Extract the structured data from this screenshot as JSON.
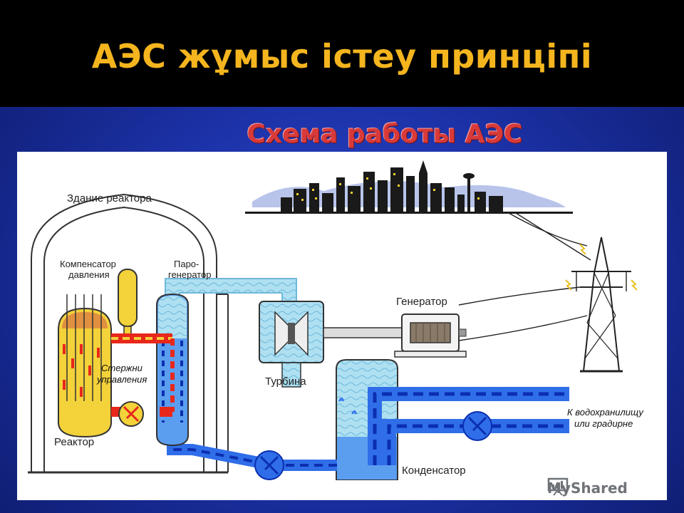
{
  "slide": {
    "title": "АЭС жұмыс істеу принціпі",
    "scheme_title": "Схема работы АЭС"
  },
  "diagram": {
    "labels": {
      "reactor_building": "Здание реактора",
      "pressure_comp_1": "Компенсатор",
      "pressure_comp_2": "давления",
      "steam_gen_1": "Паро-",
      "steam_gen_2": "генератор",
      "control_rods_1": "Стержни",
      "control_rods_2": "управления",
      "reactor": "Реактор",
      "turbine": "Турбина",
      "generator": "Генератор",
      "condenser": "Конденсатор",
      "reservoir_1": "К водохранилищу",
      "reservoir_2": "или градирне"
    },
    "colors": {
      "hot_loop": "#e8271b",
      "hot_core": "#f3d23a",
      "water": "#2f6ee8",
      "water_dash": "#0b2fb0",
      "steam": "#aee0f2"
    }
  },
  "watermark": {
    "text": "MyShared",
    "icon": "presentation-board-icon"
  }
}
